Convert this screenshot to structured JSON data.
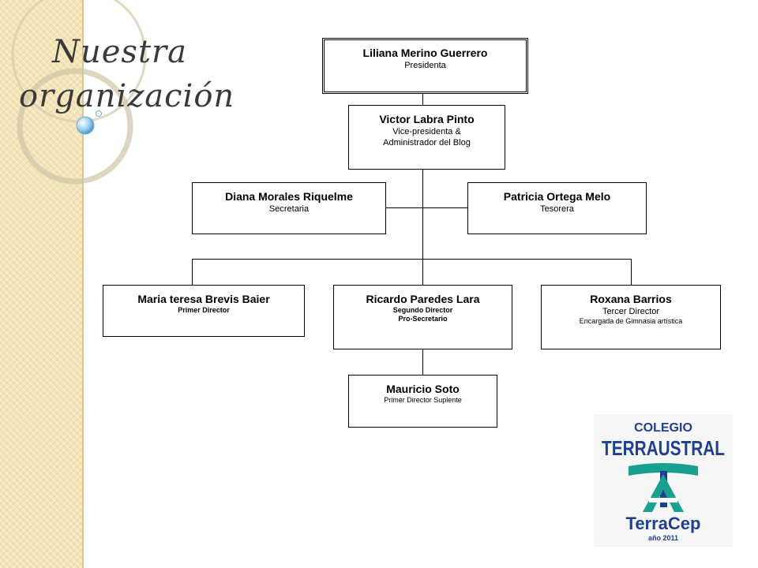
{
  "page": {
    "title_line1": "Nuestra",
    "title_line2": "organización"
  },
  "org": {
    "president": {
      "name": "Liliana Merino Guerrero",
      "role": "Presidenta"
    },
    "vice": {
      "name": "Victor Labra Pinto",
      "role_line1": "Vice-presidenta &",
      "role_line2": "Administrador del Blog"
    },
    "secretary": {
      "name": "Diana Morales Riquelme",
      "role": "Secretaria"
    },
    "treasurer": {
      "name": "Patricia Ortega Melo",
      "role": "Tesorera"
    },
    "director1": {
      "name": "Maria teresa Brevis Baier",
      "role": "Primer Director"
    },
    "director2": {
      "name": "Ricardo Paredes Lara",
      "role_line1": "Segundo Director",
      "role_line2": "Pro-Secretario"
    },
    "director3": {
      "name": "Roxana Barrios",
      "role_line1": "Tercer Director",
      "role_line2": "Encargada de Gimnasia artística"
    },
    "substitute": {
      "name": "Mauricio Soto",
      "role": "Primer Director Suplente"
    }
  },
  "logo": {
    "line1": "COLEGIO",
    "line2": "TERRAUSTRAL",
    "line3": "TerraCep",
    "line4": "año 2011",
    "color_blue": "#1f3f8f",
    "color_teal": "#1aa08e"
  }
}
